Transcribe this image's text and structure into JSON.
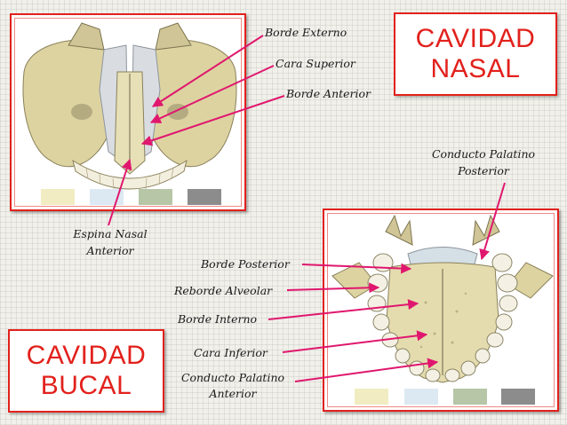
{
  "titles": {
    "nasal": {
      "line1": "CAVIDAD",
      "line2": "NASAL"
    },
    "bucal": {
      "line1": "CAVIDAD",
      "line2": "BUCAL"
    }
  },
  "labels": {
    "borde_externo": "Borde Externo",
    "cara_superior": "Cara Superior",
    "borde_anterior": "Borde Anterior",
    "espina_nasal_1": "Espina Nasal",
    "espina_nasal_2": "Anterior",
    "conducto_palatino_posterior_1": "Conducto Palatino",
    "conducto_palatino_posterior_2": "Posterior",
    "borde_posterior": "Borde Posterior",
    "reborde_alveolar": "Reborde Alveolar",
    "borde_interno": "Borde Interno",
    "cara_inferior": "Cara Inferior",
    "conducto_palatino_anterior_1": "Conducto Palatino",
    "conducto_palatino_anterior_2": "Anterior"
  },
  "colors": {
    "accent": "#e2211c",
    "arrow": "#e0176e",
    "bone": "#e4dcae",
    "swatch_cream": "#f1ecc2",
    "swatch_blue": "#dce9f3",
    "swatch_green": "#b6c6a7",
    "swatch_gray": "#8c8c8c"
  }
}
